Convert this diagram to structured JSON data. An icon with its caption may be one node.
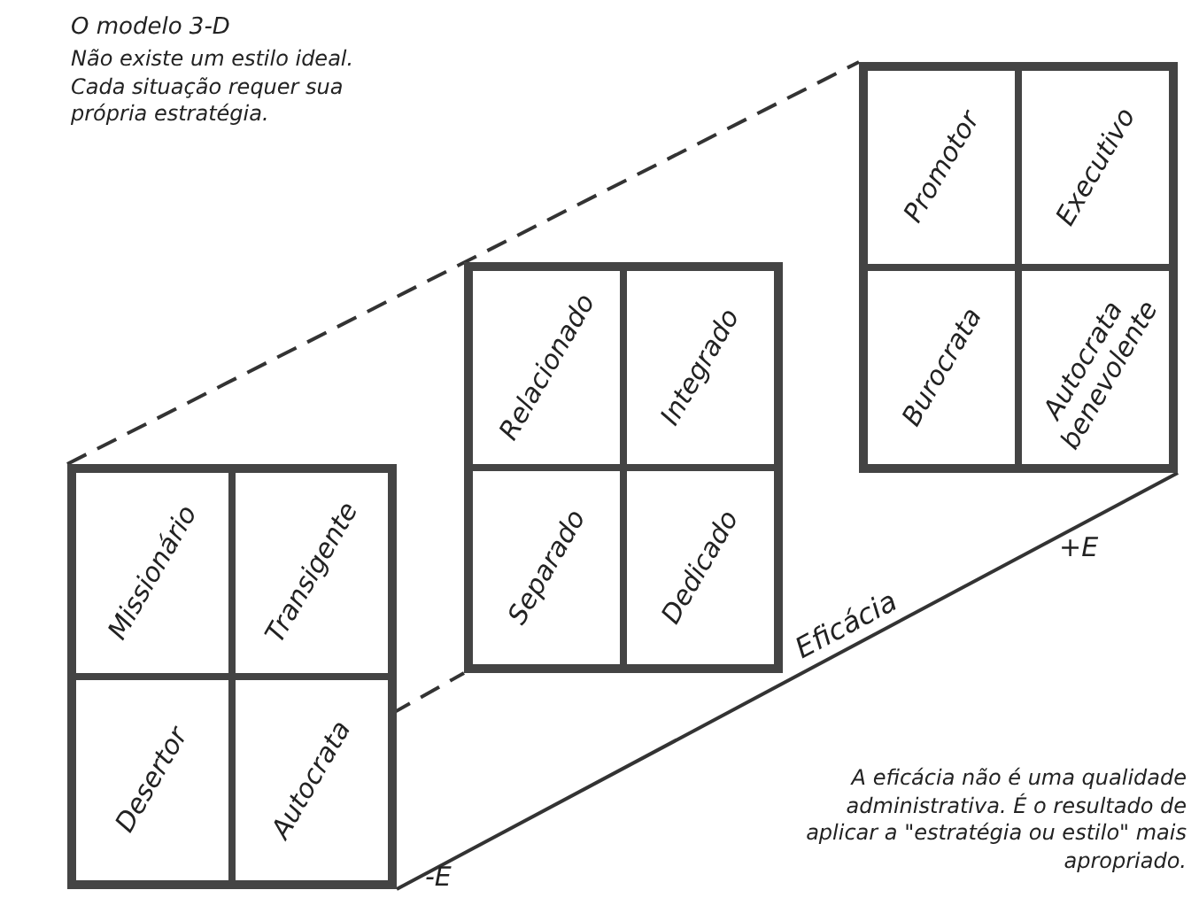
{
  "diagram": {
    "title": "O modelo 3-D",
    "nodes": [
      {
        "text": [],
        "shape": "box"
      },
      {
        "text": [
          "Missionário"
        ],
        "in": 0
      },
      {
        "text": [
          "Transigente"
        ],
        "in": 0
      },
      {
        "text": [
          "Desertor"
        ],
        "in": 0
      },
      {
        "text": [
          "Autocrata"
        ],
        "in": 0
      },
      {
        "text": [],
        "shape": "box"
      },
      {
        "text": [
          "Relacionado"
        ],
        "in": 5
      },
      {
        "text": [
          "Integrado"
        ],
        "in": 5
      },
      {
        "text": [
          "Separado"
        ],
        "in": 5
      },
      {
        "text": [
          "Dedicado"
        ],
        "in": 5
      },
      {
        "text": [],
        "shape": "box"
      },
      {
        "text": [
          "Promotor"
        ],
        "in": 10
      },
      {
        "text": [
          "Executivo"
        ],
        "in": 10
      },
      {
        "text": [
          "Burocrata"
        ],
        "in": 10
      },
      {
        "text": [
          "Autocrata benevolente"
        ],
        "in": 10
      }
    ],
    "edges": [
      {
        "from": 0,
        "to": 10,
        "arrow": "none",
        "style": "dashed"
      },
      {
        "from": 4,
        "to": 5,
        "arrow": "none",
        "style": "dashed"
      },
      {
        "from": 0,
        "to": 10,
        "arrow": "none",
        "label": "Eficácia"
      }
    ],
    "labels": [
      "Não existe um estilo ideal. Cada situação requer sua própria estratégia.",
      "+E",
      "-E",
      "A eficácia não é uma qualidade administrativa. É o resultado de aplicar a \"estratégia ou estilo\" mais apropriado."
    ]
  }
}
